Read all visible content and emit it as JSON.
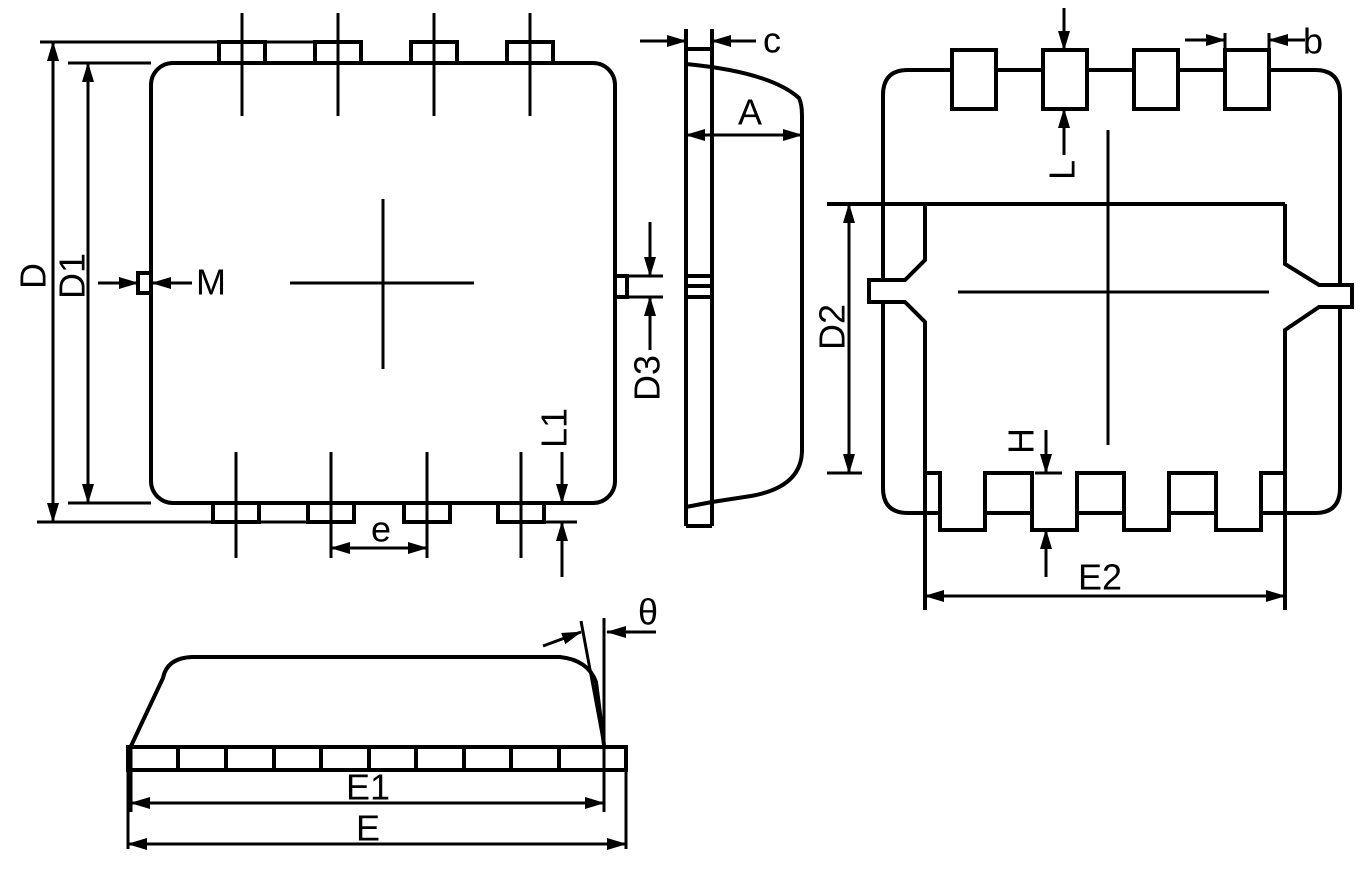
{
  "colors": {
    "line": "#000000",
    "background": "#ffffff"
  },
  "drawing": {
    "type": "ic-package-outline-dimension-drawing",
    "views": {
      "top": {
        "name": "top-view-plan",
        "labels": {
          "D": "D",
          "D1": "D1",
          "M": "M",
          "D3": "D3",
          "L1": "L1",
          "e": "e"
        }
      },
      "side": {
        "name": "side-profile-view",
        "labels": {
          "c": "c",
          "A": "A"
        }
      },
      "bottom": {
        "name": "bottom-view",
        "labels": {
          "L": "L",
          "b": "b",
          "D2": "D2",
          "H": "H",
          "E2": "E2"
        }
      },
      "front": {
        "name": "front-elevation-view",
        "labels": {
          "theta": "θ",
          "E1": "E1",
          "E": "E"
        }
      }
    }
  }
}
